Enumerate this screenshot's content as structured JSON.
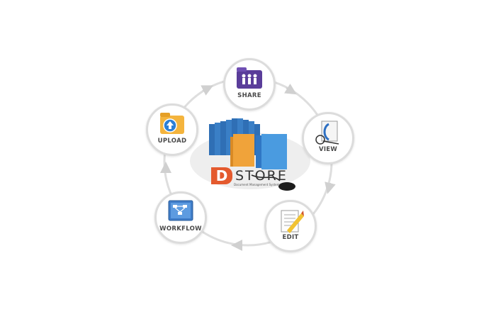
{
  "brand": {
    "letter": "D",
    "name": "STORE",
    "tagline": "Document Management System"
  },
  "cycle": [
    {
      "key": "share",
      "label": "SHARE",
      "icon": "people-folder-icon"
    },
    {
      "key": "view",
      "label": "VIEW",
      "icon": "magnifier-document-icon"
    },
    {
      "key": "edit",
      "label": "EDIT",
      "icon": "pencil-document-icon"
    },
    {
      "key": "workflow",
      "label": "WORKFLOW",
      "icon": "workflow-chart-icon"
    },
    {
      "key": "upload",
      "label": "UPLOAD",
      "icon": "upload-folder-icon"
    }
  ],
  "colors": {
    "ring": "#d9d9d9",
    "node_border": "#dcdcdc",
    "label": "#4a4a4a",
    "brand_accent": "#e45a2e",
    "folder_orange": "#f0a33a",
    "folder_blue": "#3d8fd6"
  }
}
